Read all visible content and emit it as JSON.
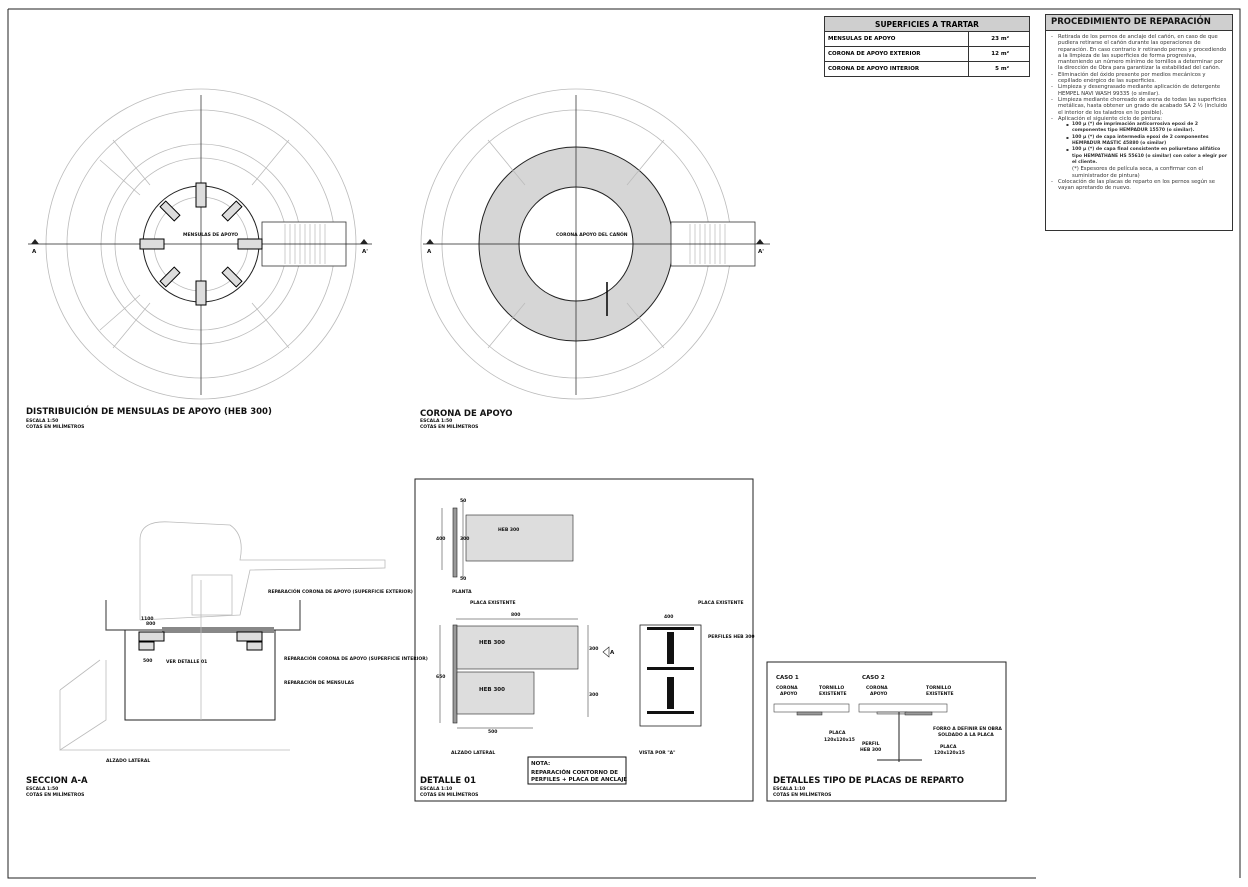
{
  "surfaces_table": {
    "title": "SUPERFICIES A TRARTAR",
    "rows": [
      {
        "name": "MENSULAS DE APOYO",
        "value": "23 m²"
      },
      {
        "name": "CORONA DE APOYO EXTERIOR",
        "value": "12 m²"
      },
      {
        "name": "CORONA DE APOYO INTERIOR",
        "value": "5 m²"
      }
    ]
  },
  "procedure": {
    "title": "PROCEDIMIENTO DE REPARACIÓN",
    "steps": [
      "Retirada de los pernos de anclaje del cañón, en caso de que pudiera retirarse el cañón durante las operaciones de reparación. En caso contrario ir retirando pernos y procediendo a la limpieza de las superficies de forma progresiva, manteniendo un número mínimo de tornillos a determinar por la dirección de Obra para garantizar la estabilidad del cañón.",
      "Eliminación del óxido presente por medios mecánicos y cepillado enérgico de las superficies.",
      "Limpieza y desengrasado mediante aplicación de detergente HEMPEL NAVI WASH 99335 (o similar).",
      "Limpieza mediante chorreado de arena de todas las superficies metálicas, hasta obtener un grado de acabado SA 2 ½ (incluido el interior de los taladros en lo posible).",
      "Aplicación el siguiente ciclo de pintura:",
      "Colocación de las placas de reparto en los pernos según se vayan apretando de nuevo."
    ],
    "paint_cycle": [
      "100 µ (*) de imprimación anticorrosiva epoxi de 2 componentes tipo HEMPADUR 15570 (o similar).",
      "100 µ (*) de capa intermedia epoxi de 2 componentes HEMPADUR MASTIC 45880 (o similar)",
      "100 µ (*) de capa final consistente en poliuretano alifático tipo HEMPATHANE HS 55610 (o similar) con color a elegir por el cliente."
    ],
    "paint_note": "(*) Espesores de película seca, a confirmar con el suministrador de pintura)"
  },
  "drawings": {
    "plan1": {
      "title": "DISTRIBUICIÓN DE MENSULAS DE APOYO (HEB 300)",
      "scale": "ESCALA 1:50",
      "units": "COTAS EN MILÍMETROS",
      "center_label": "MENSULAS DE APOYO",
      "cut_left": "A",
      "cut_right": "A'"
    },
    "plan2": {
      "title": "CORONA DE APOYO",
      "scale": "ESCALA 1:50",
      "units": "COTAS EN MILÍMETROS",
      "center_label": "CORONA APOYO DEL CAÑÓN",
      "cut_left": "A",
      "cut_right": "A'"
    },
    "section": {
      "title": "SECCION A-A",
      "scale": "ESCALA 1:50",
      "units": "COTAS EN MILÍMETROS",
      "view_label": "ALZADO LATERAL",
      "notes": [
        "REPARACIÓN CORONA DE APOYO (SUPERFICIE EXTERIOR)",
        "REPARACIÓN CORONA DE APOYO (SUPERFICIE INTERIOR)",
        "REPARACIÓN DE MENSULAS",
        "VER DETALLE 01"
      ],
      "dims": [
        "1100",
        "800",
        "500"
      ]
    },
    "detail01": {
      "title": "DETALLE 01",
      "scale": "ESCALA 1:10",
      "units": "COTAS EN MILÍMETROS",
      "planta": "PLANTA",
      "alzado": "ALZADO LATERAL",
      "vista": "VISTA POR \"A\"",
      "profile": "HEB 300",
      "placa": "PLACA EXISTENTE",
      "perfiles": "PERFILES HEB 300",
      "arrow": "A",
      "dims": {
        "d50": "50",
        "d400": "400",
        "d300": "300",
        "d800": "800",
        "d500": "500",
        "d650": "650"
      },
      "note_title": "NOTA:",
      "note_text1": "REPARACIÓN CONTORNO DE",
      "note_text2": "PERFILES + PLACA DE ANCLAJE"
    },
    "plates": {
      "title": "DETALLES TIPO DE PLACAS DE REPARTO",
      "scale": "ESCALA 1:10",
      "units": "COTAS EN MILÍMETROS",
      "caso1": "CASO 1",
      "caso2": "CASO 2",
      "corona1": "CORONA",
      "corona2": "APOYO",
      "tornillo1": "TORNILLO",
      "tornillo2": "EXISTENTE",
      "placa1": "PLACA",
      "placa2": "120x120x15",
      "forro1": "FORRO A DEFINIR EN OBRA",
      "forro2": "SOLDADO A LA PLACA",
      "perfil1": "PERFIL",
      "perfil2": "HEB 300"
    }
  }
}
